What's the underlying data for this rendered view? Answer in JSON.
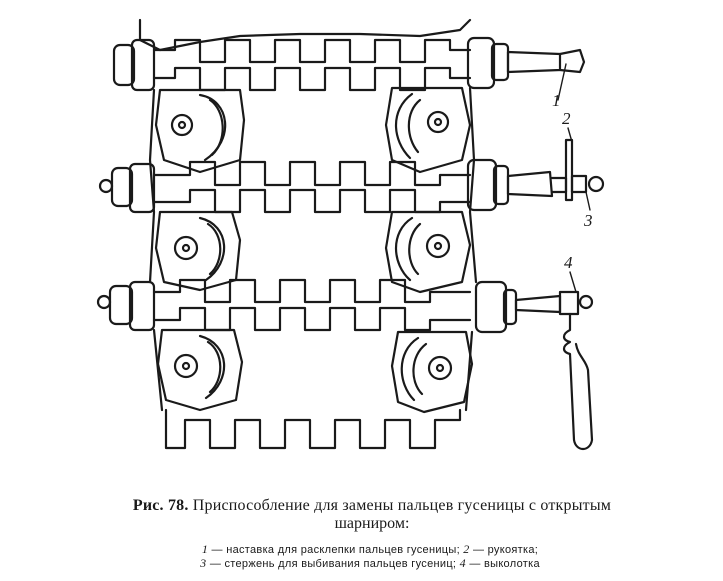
{
  "caption": {
    "prefix": "Рис. 78.",
    "title_line1": "Приспособление для замены пальцев гусеницы с открытым",
    "title_line2": "шарниром:"
  },
  "legend": [
    {
      "num": "1",
      "text": "— наставка для расклепки пальцев гусеницы;"
    },
    {
      "num": "2",
      "text": "— рукоятка;"
    },
    {
      "num": "3",
      "text": "— стержень для выбивания пальцев гусениц;"
    },
    {
      "num": "4",
      "text": "— выколотка"
    }
  ],
  "callouts": {
    "c1": "1",
    "c2": "2",
    "c3": "3",
    "c4": "4"
  }
}
